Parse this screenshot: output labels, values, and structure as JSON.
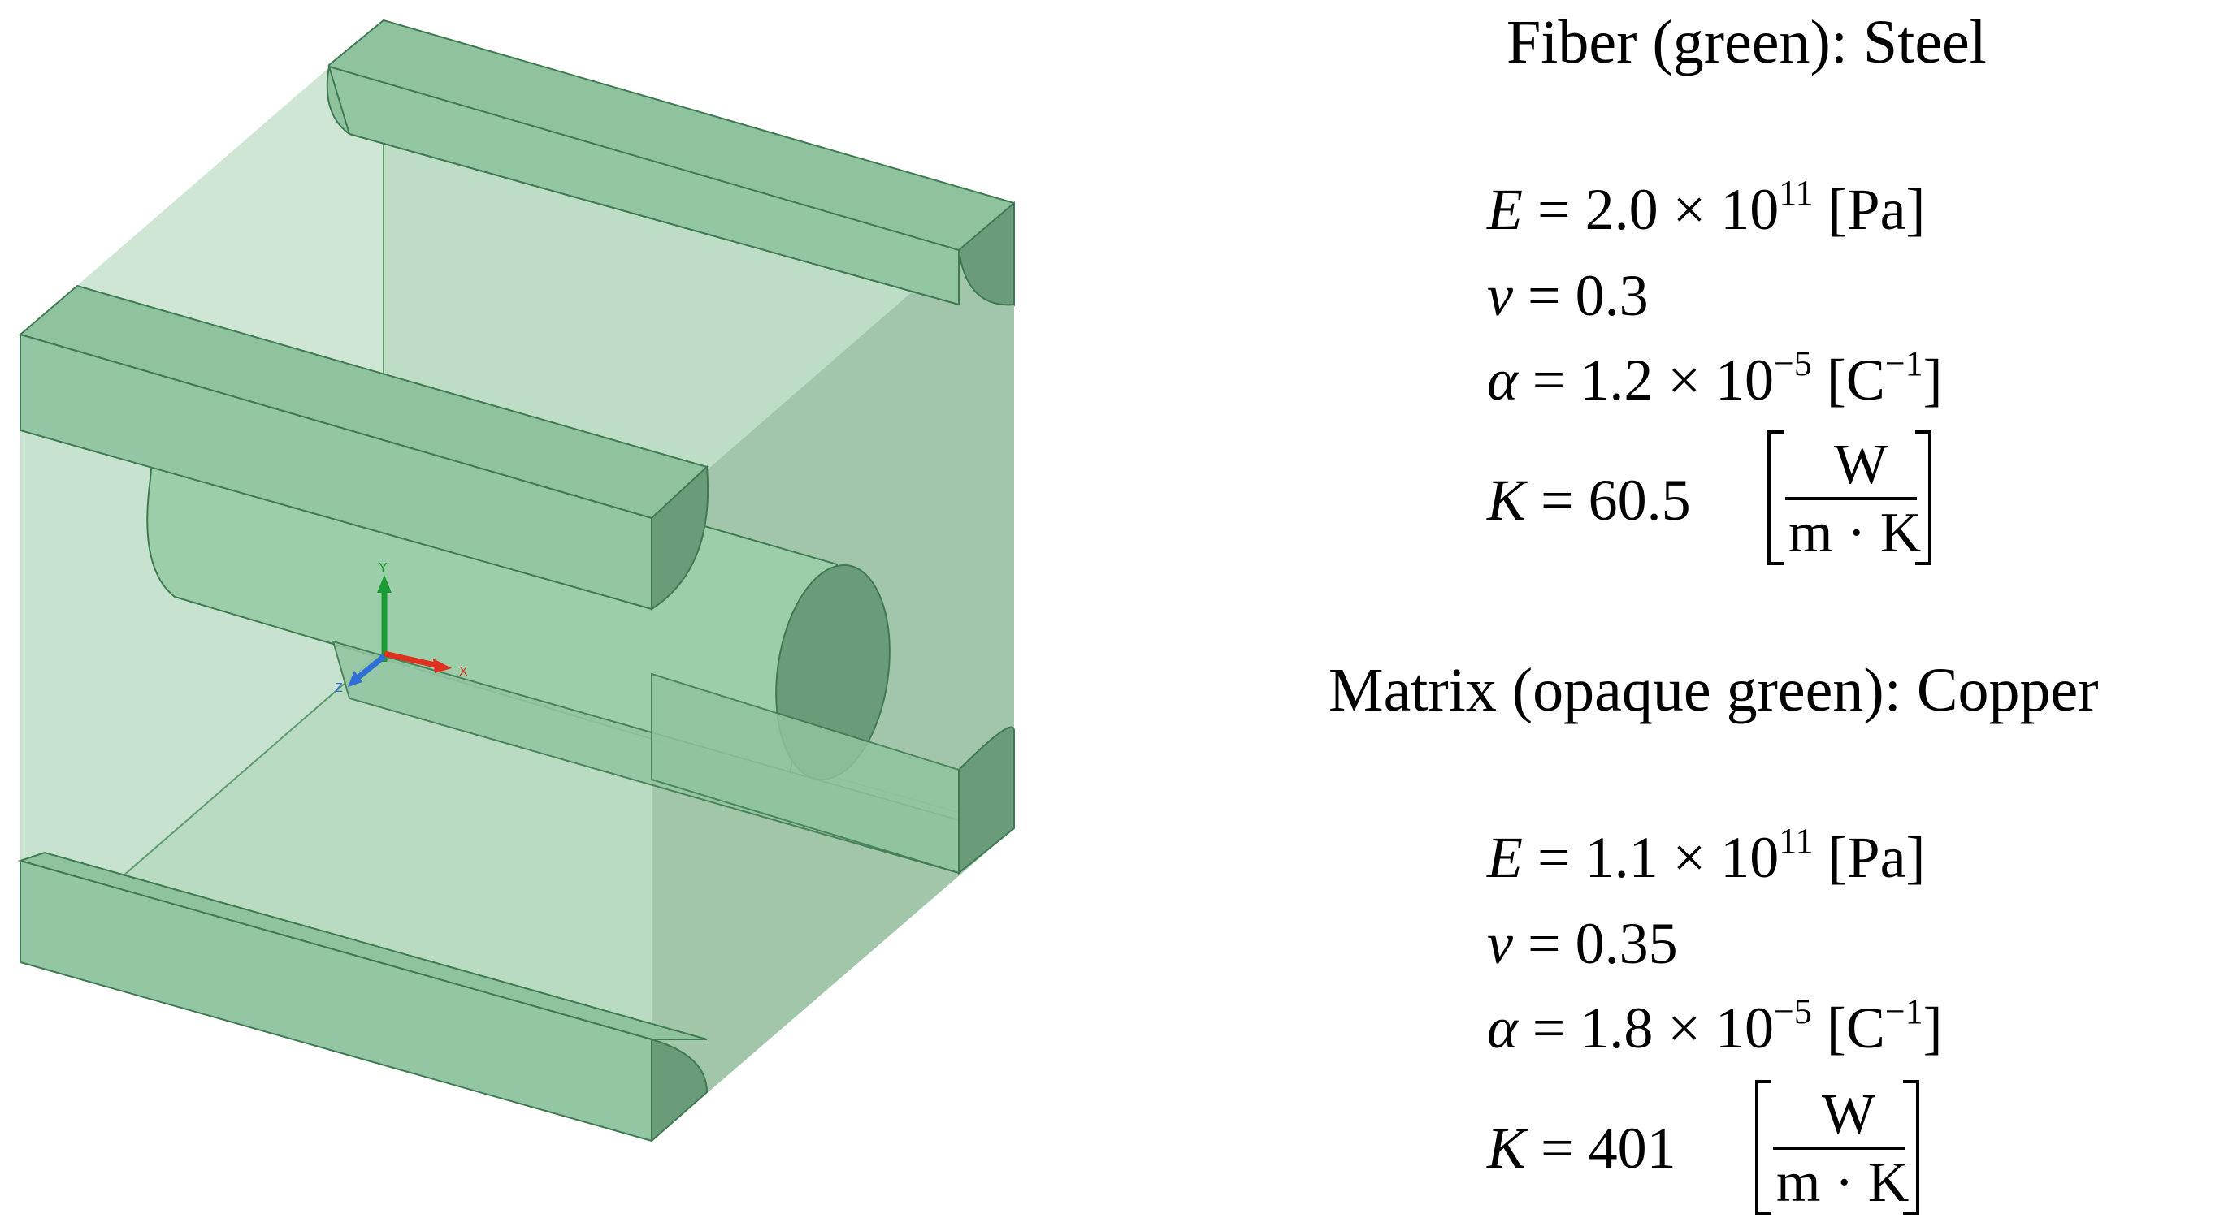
{
  "diagram": {
    "colors": {
      "block_fill": "#8fc39e",
      "block_edge": "#3f7a52",
      "block_dark": "#6a9b7a",
      "translucent": "#a9d3b4",
      "axis_x": "#e0301e",
      "axis_y": "#1b9b35",
      "axis_z": "#2f6fd6"
    },
    "axes": {
      "x_label": "X",
      "y_label": "Y",
      "z_label": "Z"
    }
  },
  "fiber": {
    "heading": "Fiber (green): Steel",
    "E": {
      "symbol": "E",
      "mantissa": "= 2.0 × 10",
      "exponent": "11",
      "unit": " [Pa]"
    },
    "nu": {
      "symbol": "ν",
      "text": "= 0.3"
    },
    "alpha": {
      "symbol": "α",
      "mantissa": "= 1.2 × 10",
      "exponent": "−5",
      "unit_open": " [C",
      "unit_exp": "−1",
      "unit_close": "]"
    },
    "K": {
      "symbol": "K",
      "value": "= 60.5",
      "num": "W",
      "den": "m · K"
    }
  },
  "matrix": {
    "heading": "Matrix (opaque green): Copper",
    "E": {
      "symbol": "E",
      "mantissa": "= 1.1 × 10",
      "exponent": "11",
      "unit": " [Pa]"
    },
    "nu": {
      "symbol": "ν",
      "text": "= 0.35"
    },
    "alpha": {
      "symbol": "α",
      "mantissa": "= 1.8 × 10",
      "exponent": "−5",
      "unit_open": " [C",
      "unit_exp": "−1",
      "unit_close": "]"
    },
    "K": {
      "symbol": "K",
      "value": "= 401",
      "num": "W",
      "den": "m · K"
    }
  }
}
